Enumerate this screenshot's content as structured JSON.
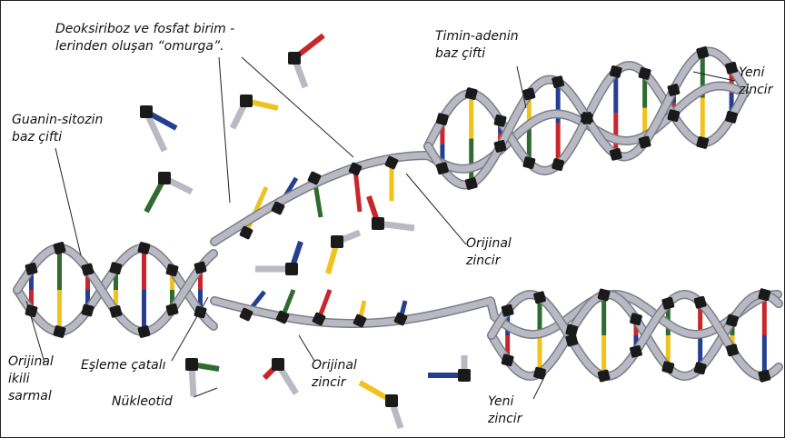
{
  "labels": {
    "backbone": "Deoksiriboz ve fosfat birim -\nlerinden oluşan “omurga”.",
    "thymine_adenine": "Timin-adenin\nbaz çifti",
    "new_strand_top": "Yeni\nzincir",
    "guanine_cytosine": "Guanin-sitozin\nbaz çifti",
    "original_strand_mid": "Orijinal\nzincir",
    "original_double_helix": "Orijinal\nikili\nsarmal",
    "replication_fork": "Eşleme çatalı",
    "original_strand_bottom": "Orijinal\nzincir",
    "nucleotide": "Nükleotid",
    "new_strand_bottom": "Yeni\nzincir"
  },
  "colors": {
    "backbone": "#b9b9c4",
    "node": "#1a1a1a",
    "base_red": "#c8262c",
    "base_yellow": "#f0c21c",
    "base_blue": "#243f8f",
    "base_green": "#2f6b2f",
    "leader": "#222222"
  }
}
